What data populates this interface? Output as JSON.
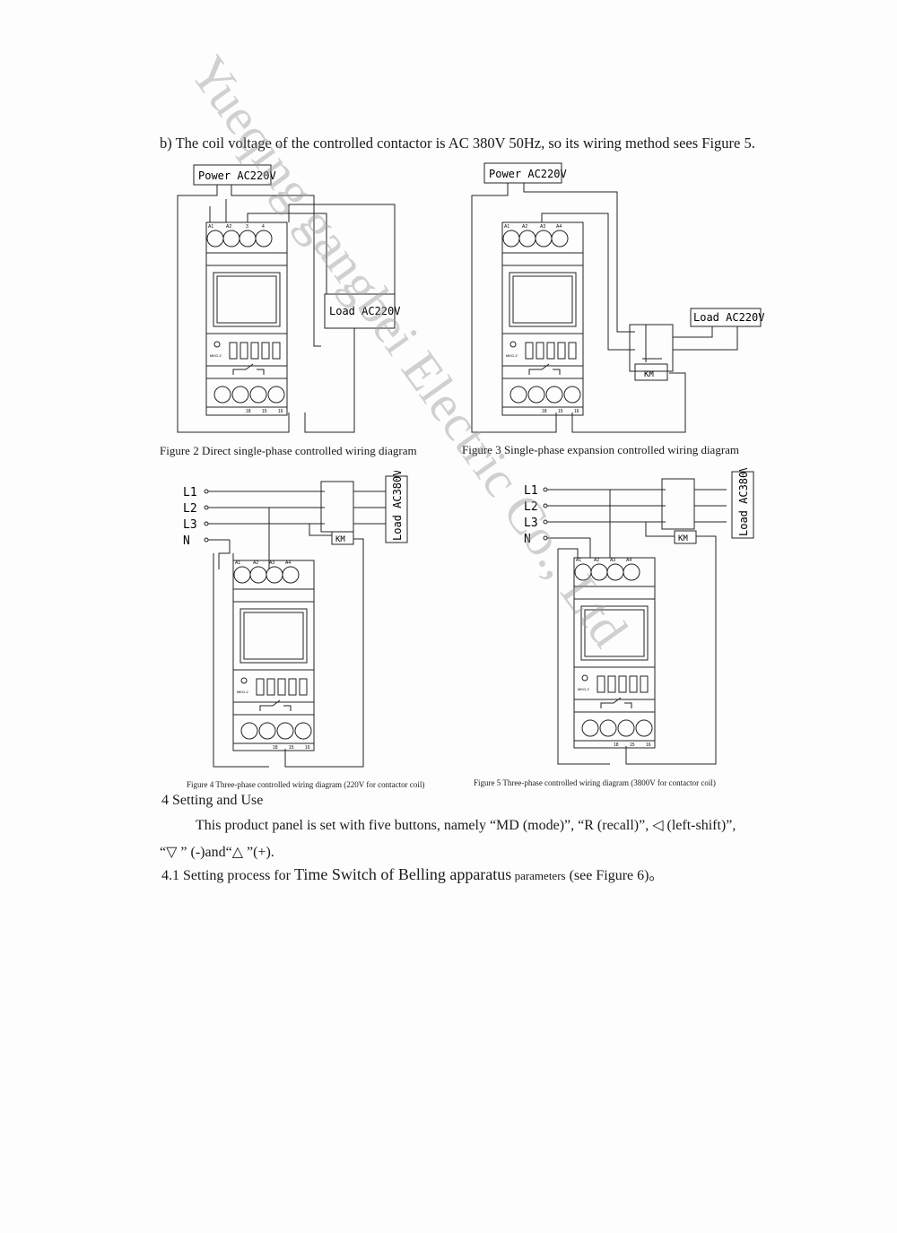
{
  "intro": "b) The coil voltage of the controlled contactor is AC 380V 50Hz, so its wiring method sees Figure 5.",
  "figures": {
    "fig2": {
      "caption": "Figure 2 Direct single-phase controlled wiring diagram",
      "power_label": "Power AC220V",
      "load_label": "Load AC220V",
      "top_terminals": [
        "A1",
        "A2",
        "3",
        "4"
      ],
      "bottom_terminals": [
        "18",
        "15",
        "16"
      ],
      "device_model": "MKG-2"
    },
    "fig3": {
      "caption": "Figure 3 Single-phase expansion controlled wiring diagram",
      "power_label": "Power AC220V",
      "load_label": "Load AC220V",
      "contactor_label": "KM",
      "top_terminals": [
        "A1",
        "A2",
        "A3",
        "A4"
      ],
      "bottom_terminals": [
        "18",
        "15",
        "16"
      ],
      "device_model": "MKG-2"
    },
    "fig4": {
      "caption": "Figure 4 Three-phase controlled wiring diagram (220V for contactor coil)",
      "line_labels": [
        "L1",
        "L2",
        "L3",
        "N"
      ],
      "load_label": "Load AC380V",
      "contactor_label": "KM",
      "top_terminals": [
        "A1",
        "A2",
        "A3",
        "A4"
      ],
      "bottom_terminals": [
        "18",
        "15",
        "16"
      ],
      "device_model": "MKG-2"
    },
    "fig5": {
      "caption": "Figure 5 Three-phase controlled wiring diagram (3800V for contactor coil)",
      "line_labels": [
        "L1",
        "L2",
        "L3",
        "N"
      ],
      "load_label": "Load AC380V",
      "contactor_label": "KM",
      "top_terminals": [
        "A1",
        "A2",
        "A3",
        "A4"
      ],
      "bottom_terminals": [
        "18",
        "15",
        "16"
      ],
      "device_model": "MKG-2"
    }
  },
  "section4": {
    "heading": "4 Setting and Use",
    "para_line1": "This product panel is set with five buttons, namely “MD (mode)”, “R (recall)”, ◁ (left-shift)”,",
    "para_line2": "“▽ ” (-)and“△ ”(+).",
    "sub_prefix": "4.1 Setting process for ",
    "sub_emph": "Time Switch of Belling apparatus",
    "sub_suffix_small": " parameters",
    "sub_suffix": " (see Figure 6)。"
  },
  "watermark": "Yueqing gangbei Electric Co., Ltd"
}
